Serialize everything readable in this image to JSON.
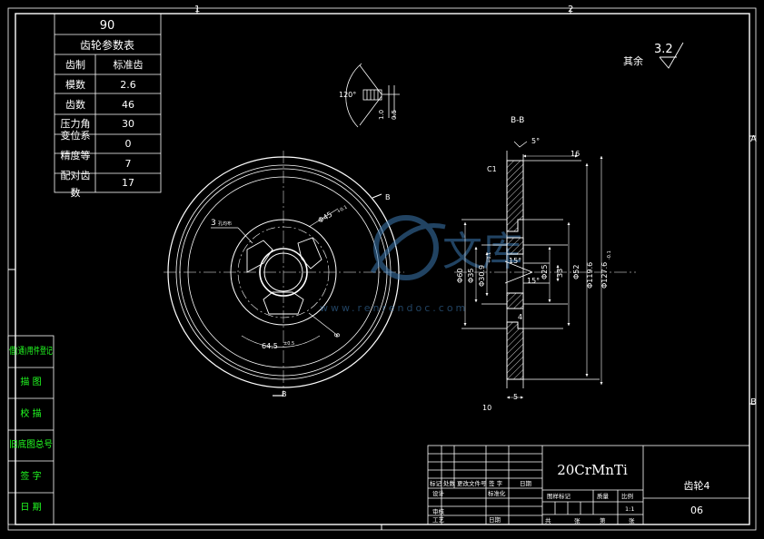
{
  "border": {
    "zone_top": [
      "1",
      "2"
    ],
    "zone_side": [
      "A",
      "B"
    ]
  },
  "params_table": {
    "top_value": "90",
    "title": "齿轮参数表",
    "rows": [
      {
        "label": "齿制",
        "value": "标准齿"
      },
      {
        "label": "模数",
        "value": "2.6"
      },
      {
        "label": "齿数",
        "value": "46"
      },
      {
        "label": "压力角",
        "value": "30"
      },
      {
        "label": "变位系",
        "value": "0"
      },
      {
        "label": "精度等",
        "value": "7"
      },
      {
        "label": "配对齿",
        "value": "17"
      },
      {
        "label": "数",
        "value": ""
      }
    ]
  },
  "roughness": {
    "prefix": "其余",
    "value": "3.2"
  },
  "detail": {
    "angle": "120°",
    "dim_a": "1.0",
    "dim_b": "0.5"
  },
  "front_view": {
    "cut_mark": "B",
    "hole_note": "3",
    "hole_sub": "孔均布",
    "dia_label": "Φ45",
    "dia_tol": "+0.1",
    "arc_dim": "64.5",
    "arc_tol": "±0.5",
    "small_dim": "6"
  },
  "section_view": {
    "title": "B-B",
    "angle_top": "5°",
    "chamfer": "C1",
    "width_top": "16",
    "dims_left": [
      "Φ60",
      "Φ35",
      "Φ30.9"
    ],
    "dims_left_tol": [
      "",
      "",
      "+0.1"
    ],
    "angle_mid_a": "15°",
    "angle_mid_b": "15°",
    "dims_right": [
      "Φ25",
      "33",
      "Φ52",
      "Φ119.6",
      "Φ127.6"
    ],
    "dims_right_tol": [
      "",
      "",
      "",
      "",
      "-0.1"
    ],
    "small_dim": "4",
    "bottom_left": "10",
    "bottom_right": "5"
  },
  "watermark": {
    "text": "文库",
    "sub": "www.renrendoc.com"
  },
  "sidebar": [
    "借(通)用件登记",
    "描   图",
    "校   描",
    "旧底图总号",
    "签   字",
    "日   期"
  ],
  "title_block": {
    "material": "20CrMnTi",
    "part_name": "齿轮4",
    "drawing_no": "06",
    "head_labels": [
      "标记",
      "处数",
      "更改文件号",
      "签 字",
      "日期"
    ],
    "design": "设计",
    "standard": "标准化",
    "review": "审核",
    "process": "工艺",
    "date": "日期",
    "stage_label": "图样标记",
    "weight_label": "质量",
    "scale_label": "比例",
    "scale_value": "1:1",
    "total_label": "共",
    "sheets_label": "张",
    "page_label": "第",
    "page_sheets_label": "张"
  }
}
